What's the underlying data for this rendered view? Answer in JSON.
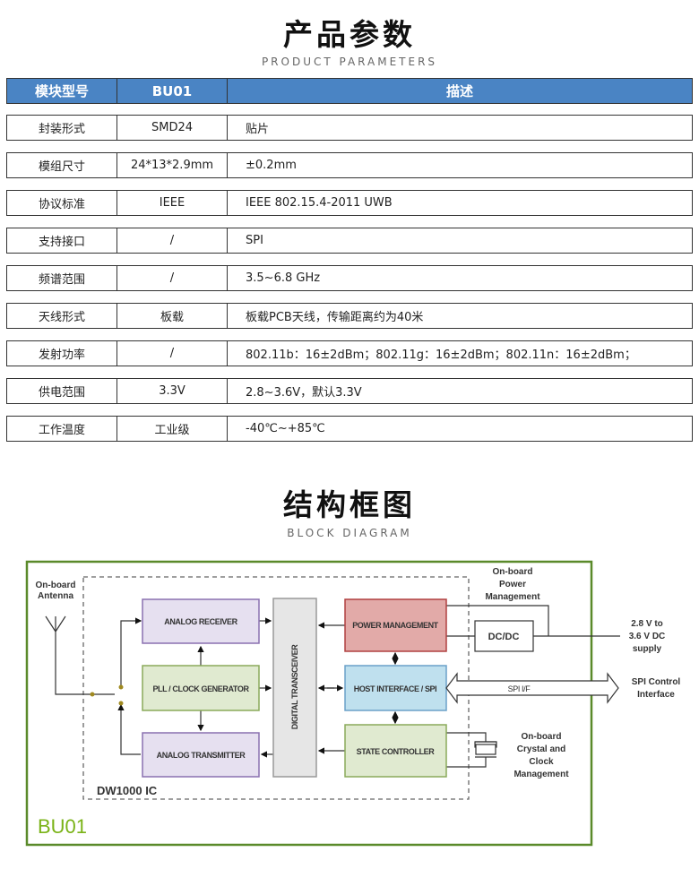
{
  "section1": {
    "title": "产品参数",
    "subtitle": "PRODUCT PARAMETERS"
  },
  "table": {
    "header": [
      "模块型号",
      "BU01",
      "描述"
    ],
    "rows": [
      [
        "封装形式",
        "SMD24",
        "贴片"
      ],
      [
        "模组尺寸",
        "24*13*2.9mm",
        "±0.2mm"
      ],
      [
        "协议标准",
        "IEEE",
        "IEEE 802.15.4-2011 UWB"
      ],
      [
        "支持接口",
        "/",
        "SPI"
      ],
      [
        "频谱范围",
        "/",
        "3.5~6.8 GHz"
      ],
      [
        "天线形式",
        "板载",
        "板载PCB天线，传输距离约为40米"
      ],
      [
        "发射功率",
        "/",
        "802.11b：16±2dBm；802.11g：16±2dBm；802.11n：16±2dBm；"
      ],
      [
        "供电范围",
        "3.3V",
        "2.8~3.6V，默认3.3V"
      ],
      [
        "工作温度",
        "工业级",
        "-40℃~+85℃"
      ]
    ]
  },
  "section2": {
    "title": "结构框图",
    "subtitle": "BLOCK DIAGRAM"
  },
  "diagram": {
    "antenna": [
      "On-board",
      "Antenna"
    ],
    "analog_receiver": "ANALOG RECEIVER",
    "pll": "PLL / CLOCK GENERATOR",
    "analog_transmitter": "ANALOG TRANSMITTER",
    "digital_transceiver": "DIGITAL TRANSCEIVER",
    "power_management": "POWER MANAGEMENT",
    "host_interface": "HOST INTERFACE / SPI",
    "state_controller": "STATE CONTROLLER",
    "dcdc": "DC/DC",
    "onboard_power": [
      "On-board",
      "Power",
      "Management"
    ],
    "supply": [
      "2.8 V to",
      "3.6 V DC",
      "supply"
    ],
    "spi_if": "SPI I/F",
    "spi_control": [
      "SPI Control",
      "Interface"
    ],
    "crystal": [
      "On-board",
      "Crystal and",
      "Clock",
      "Management"
    ],
    "ic_label": "DW1000 IC",
    "module_label": "BU01",
    "colors": {
      "border": "#5a8a2a",
      "module": "#7ab317",
      "purple": "#e6e0f0",
      "green": "#e0ead0",
      "red": "#e2aaa8",
      "blue": "#bfe0ee",
      "grey": "#e6e6e6"
    }
  }
}
